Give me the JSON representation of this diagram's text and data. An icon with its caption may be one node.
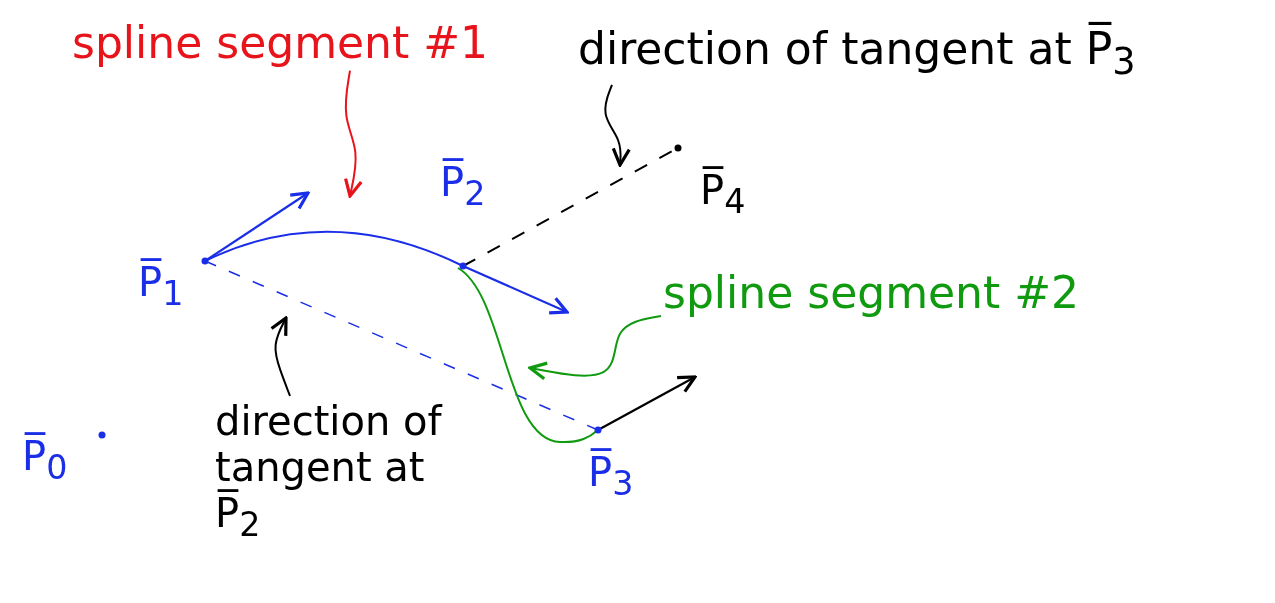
{
  "diagram": {
    "nodes": [
      {
        "text": [
          "spline segment #1"
        ]
      },
      {
        "text": [
          "direction of tangent at P̅$_{3}$"
        ]
      },
      {
        "text": [
          "spline segment #2"
        ]
      },
      {
        "text": [
          "direction of tangent at P̅$_{2}$"
        ]
      }
    ],
    "edges": [
      {
        "from": 0,
        "to": null,
        "arrow": "to",
        "color": "#e8141b"
      },
      {
        "from": 1,
        "to": null,
        "arrow": "to"
      },
      {
        "from": 2,
        "to": null,
        "arrow": "to",
        "color": "#109a10"
      },
      {
        "from": 3,
        "to": null,
        "arrow": "to"
      }
    ],
    "labels": [
      "P̅$_{2}$",
      "P̅$_{4}$",
      "P̅$_{1}$",
      "P̅$_{0}$",
      "P̅$_{3}$"
    ]
  }
}
